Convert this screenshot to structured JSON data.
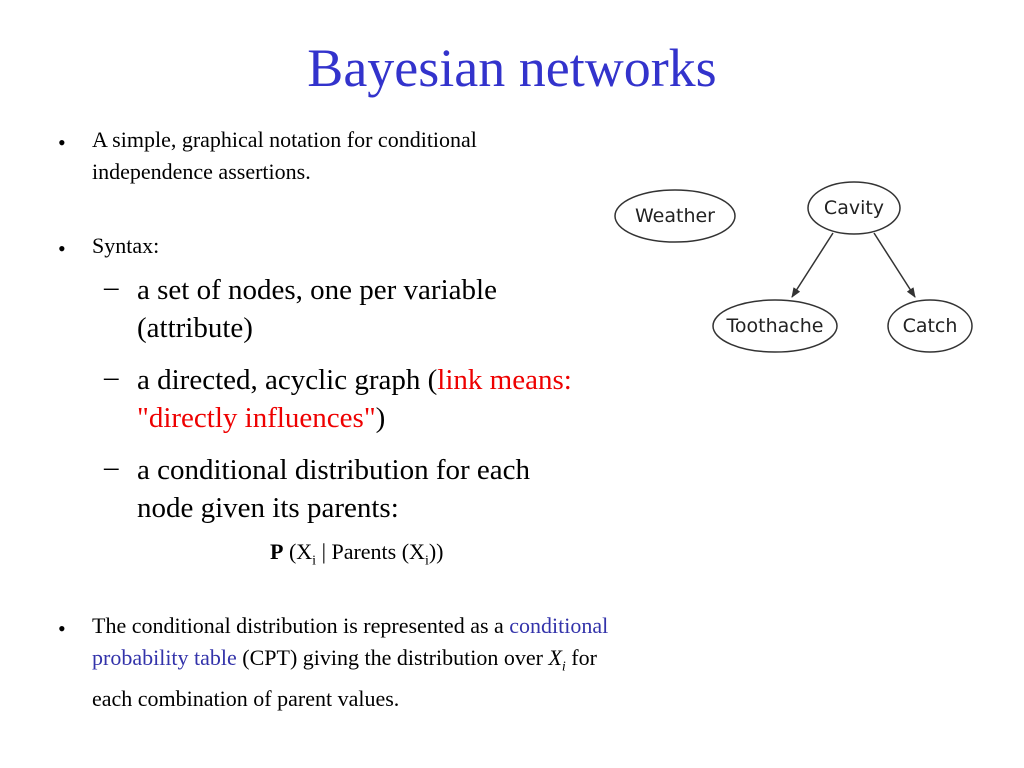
{
  "slide": {
    "title": "Bayesian networks",
    "bullet_glyph": "•",
    "dash_glyph": "–",
    "bullet1": "A simple, graphical notation for conditional independence assertions.",
    "bullet2": "Syntax:",
    "sub1": "a set of nodes, one per variable (attribute)",
    "sub2_pre": "a directed, acyclic graph (",
    "sub2_red": "link means: \"directly influences\"",
    "sub2_post": ")",
    "sub3": "a conditional distribution for each node given its parents:",
    "formula": {
      "p": "P",
      "open": " (X",
      "sub_i": "i",
      "mid": " | Parents (X",
      "sub_i2": "i",
      "close": "))"
    },
    "bullet3": {
      "pre": "The conditional distribution is represented as a ",
      "blue": "conditional probability table",
      "mid": " (CPT) giving the distribution over ",
      "var": "X",
      "var_sub": "i",
      "post": " for each combination of parent values."
    }
  },
  "diagram": {
    "nodes": [
      "Weather",
      "Cavity",
      "Toothache",
      "Catch"
    ]
  }
}
